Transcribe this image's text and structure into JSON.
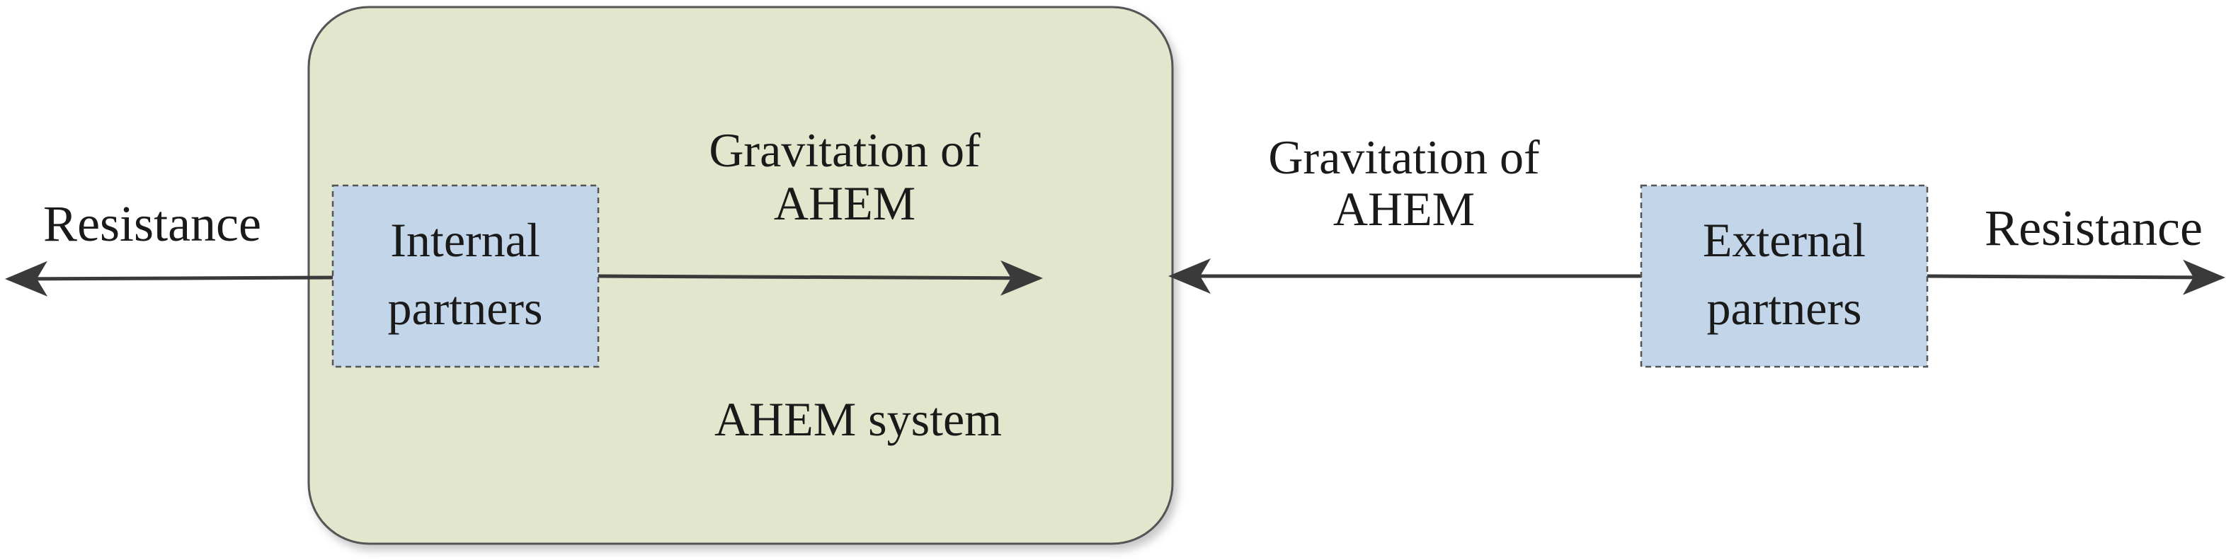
{
  "diagram": {
    "system_label": "AHEM system",
    "internal_box": {
      "line1": "Internal",
      "line2": "partners"
    },
    "external_box": {
      "line1": "External",
      "line2": "partners"
    },
    "gravitation_inside": {
      "line1": "Gravitation of",
      "line2": "AHEM"
    },
    "gravitation_outside": {
      "line1": "Gravitation of",
      "line2": "AHEM"
    },
    "resistance_left": "Resistance",
    "resistance_right": "Resistance"
  },
  "colors": {
    "system_fill": "#e1e6cc",
    "system_stroke": "#555555",
    "partner_fill": "#c3d5e8",
    "partner_stroke": "#555555",
    "arrow": "#3a3a3a",
    "text": "#1a1a1a"
  }
}
